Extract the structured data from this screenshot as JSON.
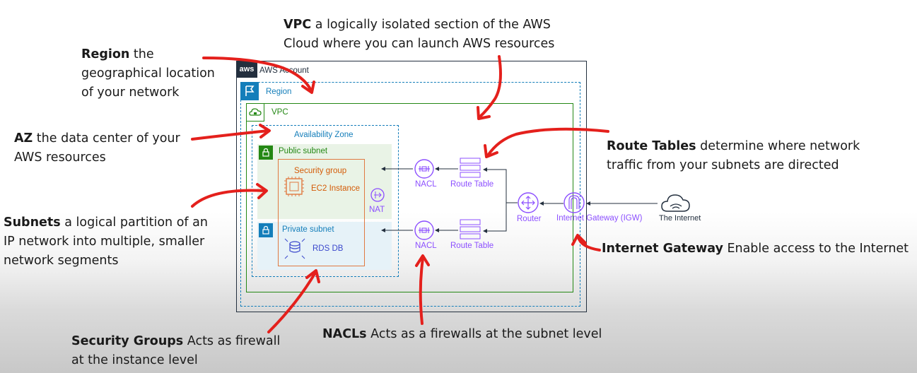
{
  "annotations": {
    "vpc": {
      "term": "VPC",
      "text": " a logically isolated section of the AWS Cloud where you can launch AWS resources"
    },
    "region": {
      "term": "Region",
      "text": " the geographical location of your network"
    },
    "az": {
      "term": "AZ",
      "text": " the data center of your AWS resources"
    },
    "subnets": {
      "term": "Subnets",
      "text": " a logical partition of an IP network into multiple, smaller network segments"
    },
    "route_tables": {
      "term": "Route Tables",
      "text": " determine where network traffic from your subnets are directed"
    },
    "igw": {
      "term": "Internet Gateway",
      "text": " Enable access to the Internet"
    },
    "security_groups": {
      "term": "Security Groups",
      "text": " Acts as firewall at the instance level"
    },
    "nacls": {
      "term": "NACLs",
      "text": " Acts as a firewalls at the subnet level"
    }
  },
  "diagram": {
    "aws_logo": "aws",
    "aws_account": "AWS Account",
    "region": "Region",
    "vpc": "VPC",
    "availability_zone": "Availability Zone",
    "public_subnet": "Public subnet",
    "private_subnet": "Private subnet",
    "security_group": "Security group",
    "ec2": "EC2 Instance",
    "nat": "NAT",
    "rds": "RDS DB",
    "nacl_top": "NACL",
    "nacl_bottom": "NACL",
    "route_table_top": "Route Table",
    "route_table_bottom": "Route Table",
    "router": "Router",
    "igw": "Internet Gateway (IGW)",
    "internet": "The Internet"
  },
  "colors": {
    "annotation_arrow": "#e4201c",
    "account_border": "#232f3e",
    "region_border": "#147eba",
    "vpc_border": "#248814",
    "az_border": "#147eba",
    "subnet_tag": "#248814",
    "public_subnet_fill": "#e9f3e6",
    "private_subnet_fill": "#e6f2f8",
    "security_group": "#e07941",
    "network_purple": "#8c4fff"
  },
  "icons": [
    "aws-logo",
    "flag-icon",
    "cloud-lock-icon",
    "lock-icon",
    "chip-icon",
    "nat-icon",
    "database-icon",
    "nacl-icon",
    "route-table-icon",
    "router-icon",
    "igw-icon",
    "internet-cloud-icon"
  ]
}
